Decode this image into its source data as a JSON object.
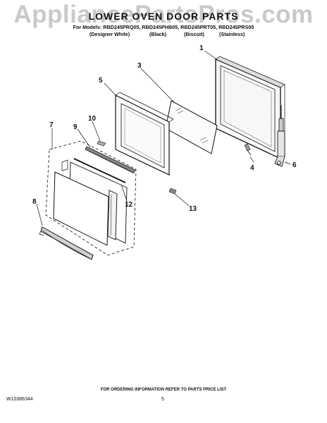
{
  "watermark": "AppliancePartsPros.com",
  "header": {
    "title": "LOWER OVEN DOOR PARTS",
    "models": "For Models: RBD245PRQ05, RBD245PHB05, RBD245PRT05, RBD245PRS05",
    "finishes": [
      "(Designer White)",
      "(Black)",
      "(Biscuit)",
      "(Stainless)"
    ]
  },
  "callouts": [
    "1",
    "3",
    "5",
    "10",
    "9",
    "7",
    "4",
    "6",
    "12",
    "13",
    "8"
  ],
  "footer": {
    "note": "FOR ORDERING INFORMATION REFER TO PARTS PRICE LIST",
    "doc_number": "W10386344",
    "page_number": "5"
  }
}
